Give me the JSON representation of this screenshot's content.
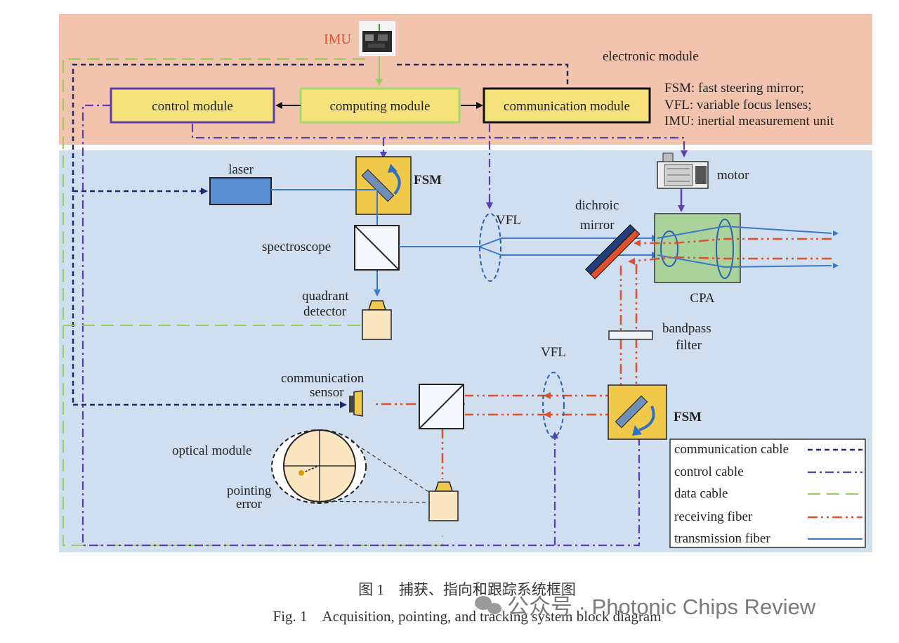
{
  "electronic_module": {
    "title": "electronic module",
    "imu_label": "IMU",
    "control_module": "control module",
    "computing_module": "computing module",
    "communication_module": "communication module",
    "abbreviations": [
      "FSM: fast steering mirror;",
      "VFL: variable focus lenses;",
      "IMU: inertial measurement unit"
    ]
  },
  "optical_module": {
    "laser": "laser",
    "fsm_top": "FSM",
    "motor": "motor",
    "vfl_top": "VFL",
    "dichroic_line1": "dichroic",
    "dichroic_line2": "mirror",
    "spectroscope": "spectroscope",
    "cpa": "CPA",
    "quadrant_line1": "quadrant",
    "quadrant_line2": "detector",
    "bandpass_line1": "bandpass",
    "bandpass_line2": "filter",
    "comm_sensor_line1": "communication",
    "comm_sensor_line2": "sensor",
    "vfl_bottom": "VFL",
    "fsm_bottom": "FSM",
    "optical_module_label": "optical module",
    "pointing_line1": "pointing",
    "pointing_line2": "error"
  },
  "legend": {
    "items": [
      {
        "label": "communication cable",
        "color": "#1f2a6b"
      },
      {
        "label": "control cable",
        "color": "#5a3fb0"
      },
      {
        "label": "data cable",
        "color": "#9acd5a"
      },
      {
        "label": "receiving fiber",
        "color": "#e0502e"
      },
      {
        "label": "transmission fiber",
        "color": "#3a78c8"
      }
    ]
  },
  "caption": {
    "chinese": "图 1　捕获、指向和跟踪系统框图",
    "english": "Fig. 1　Acquisition, pointing, and tracking system block diagram"
  },
  "watermark": "公众号 · Photonic Chips Review",
  "colors": {
    "electronic_bg": "#f2c4ad",
    "optical_bg": "#cfdff0",
    "module_fill": "#f6e27a",
    "control_border": "#5a3fa8",
    "computing_border": "#a6d96a",
    "fsm_fill": "#f0c94a",
    "cpa_fill": "#a9d39a",
    "laser_fill": "#5b8fd0",
    "detector_fill": "#fbe6c2",
    "imu_label": "#e0502e"
  }
}
